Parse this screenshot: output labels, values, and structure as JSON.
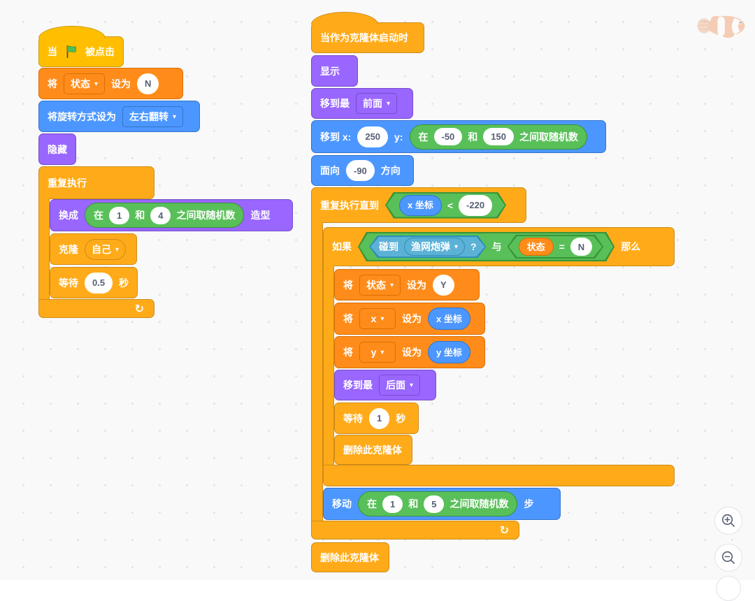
{
  "ui": {
    "caret": "▾",
    "loop_arrow": "↻"
  },
  "palette": {
    "motion": "#4C97FF",
    "looks": "#9966FF",
    "control": "#FFAB19",
    "events": "#FFBF00",
    "variables": "#FF8C1A",
    "operators": "#59C059",
    "sensing": "#5CB1D6",
    "background": "#F9F9F9"
  },
  "left_stack": {
    "flag_hat": {
      "pre": "当",
      "post": "被点击"
    },
    "set_state": {
      "label": "将",
      "var": "状态",
      "to": "设为",
      "value": "N"
    },
    "rotation": {
      "label": "将旋转方式设为",
      "mode": "左右翻转"
    },
    "hide": {
      "label": "隐藏"
    },
    "forever": {
      "label": "重复执行"
    },
    "switch_costume": {
      "label": "换成",
      "suffix": "造型",
      "random": {
        "a": "在",
        "min": "1",
        "b": "和",
        "max": "4",
        "c": "之间取随机数"
      }
    },
    "clone": {
      "label": "克隆",
      "target": "自己"
    },
    "wait": {
      "label": "等待",
      "value": "0.5",
      "unit": "秒"
    }
  },
  "right_stack": {
    "clone_hat": {
      "label": "当作为克隆体启动时"
    },
    "show": {
      "label": "显示"
    },
    "go_front": {
      "label": "移到最",
      "layer": "前面"
    },
    "goto_xy": {
      "label": "移到 x:",
      "x": "250",
      "ylabel": "y:",
      "random": {
        "a": "在",
        "min": "-50",
        "b": "和",
        "max": "150",
        "c": "之间取随机数"
      }
    },
    "point": {
      "label": "面向",
      "value": "-90",
      "suffix": "方向"
    },
    "repeat_until": {
      "label": "重复执行直到",
      "var": "x 坐标",
      "op": "<",
      "value": "-220"
    },
    "if_block": {
      "label": "如果",
      "then": "那么",
      "and": "与",
      "touching": {
        "label": "碰到",
        "target": "渔网炮弹",
        "q": "?"
      },
      "equals": {
        "var": "状态",
        "op": "=",
        "value": "N"
      }
    },
    "set_state_y": {
      "label": "将",
      "var": "状态",
      "to": "设为",
      "value": "Y"
    },
    "set_x": {
      "label": "将",
      "var": "x",
      "to": "设为",
      "reporter": "x 坐标"
    },
    "set_y": {
      "label": "将",
      "var": "y",
      "to": "设为",
      "reporter": "y 坐标"
    },
    "go_back": {
      "label": "移到最",
      "layer": "后面"
    },
    "wait_1": {
      "label": "等待",
      "value": "1",
      "unit": "秒"
    },
    "delete_clone_inner": {
      "label": "删除此克隆体"
    },
    "move_steps": {
      "label": "移动",
      "suffix": "步",
      "random": {
        "a": "在",
        "min": "1",
        "b": "和",
        "max": "5",
        "c": "之间取随机数"
      }
    },
    "delete_clone_end": {
      "label": "删除此克隆体"
    }
  },
  "controls": {
    "zoom_in_icon": "magnifier-plus",
    "zoom_out_icon": "magnifier-minus"
  },
  "sprite_ghost": {
    "icon": "clownfish"
  }
}
